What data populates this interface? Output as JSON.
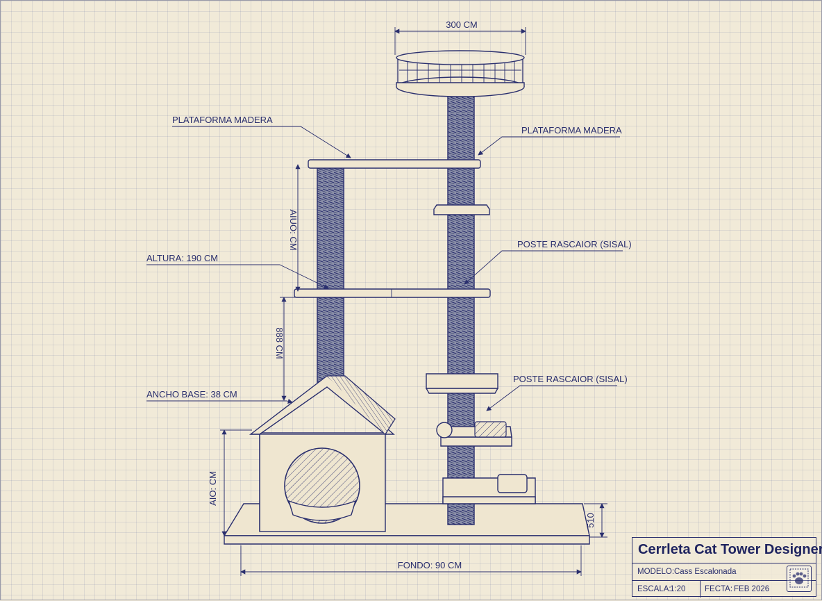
{
  "labels": {
    "platform_left": "PLATAFORMA MADERA",
    "platform_right": "PLATAFORMA MADERA",
    "post_upper": "POSTE RASCAIOR (SISAL)",
    "post_lower": "POSTE RASCAIOR (SISAL)",
    "height": "ALTURA: 190 CM",
    "base_width": "ANCHO BASE: 38 CM"
  },
  "dimensions": {
    "top_width": "300 CM",
    "depth": "FONDO: 90 CM",
    "upper_vertical": "AIUO: CM",
    "middle_vertical": "888 CM",
    "house_vertical": "AIO: CM",
    "base_height": "510"
  },
  "title_block": {
    "title": "Cerrleta Cat Tower Designer",
    "model_label": "MODELO:",
    "model_value": "Cass Escalonada",
    "scale_label": "ESCALA:",
    "scale_value": "1:20",
    "date_label": "FECTA:",
    "date_value": "FEB 2026"
  },
  "colors": {
    "ink": "#2a2f6e",
    "paper": "#f1ead8",
    "wood": "#efe6d0",
    "sisal": "#5a6080"
  },
  "icons": {
    "stamp": "paw-stamp-icon"
  }
}
